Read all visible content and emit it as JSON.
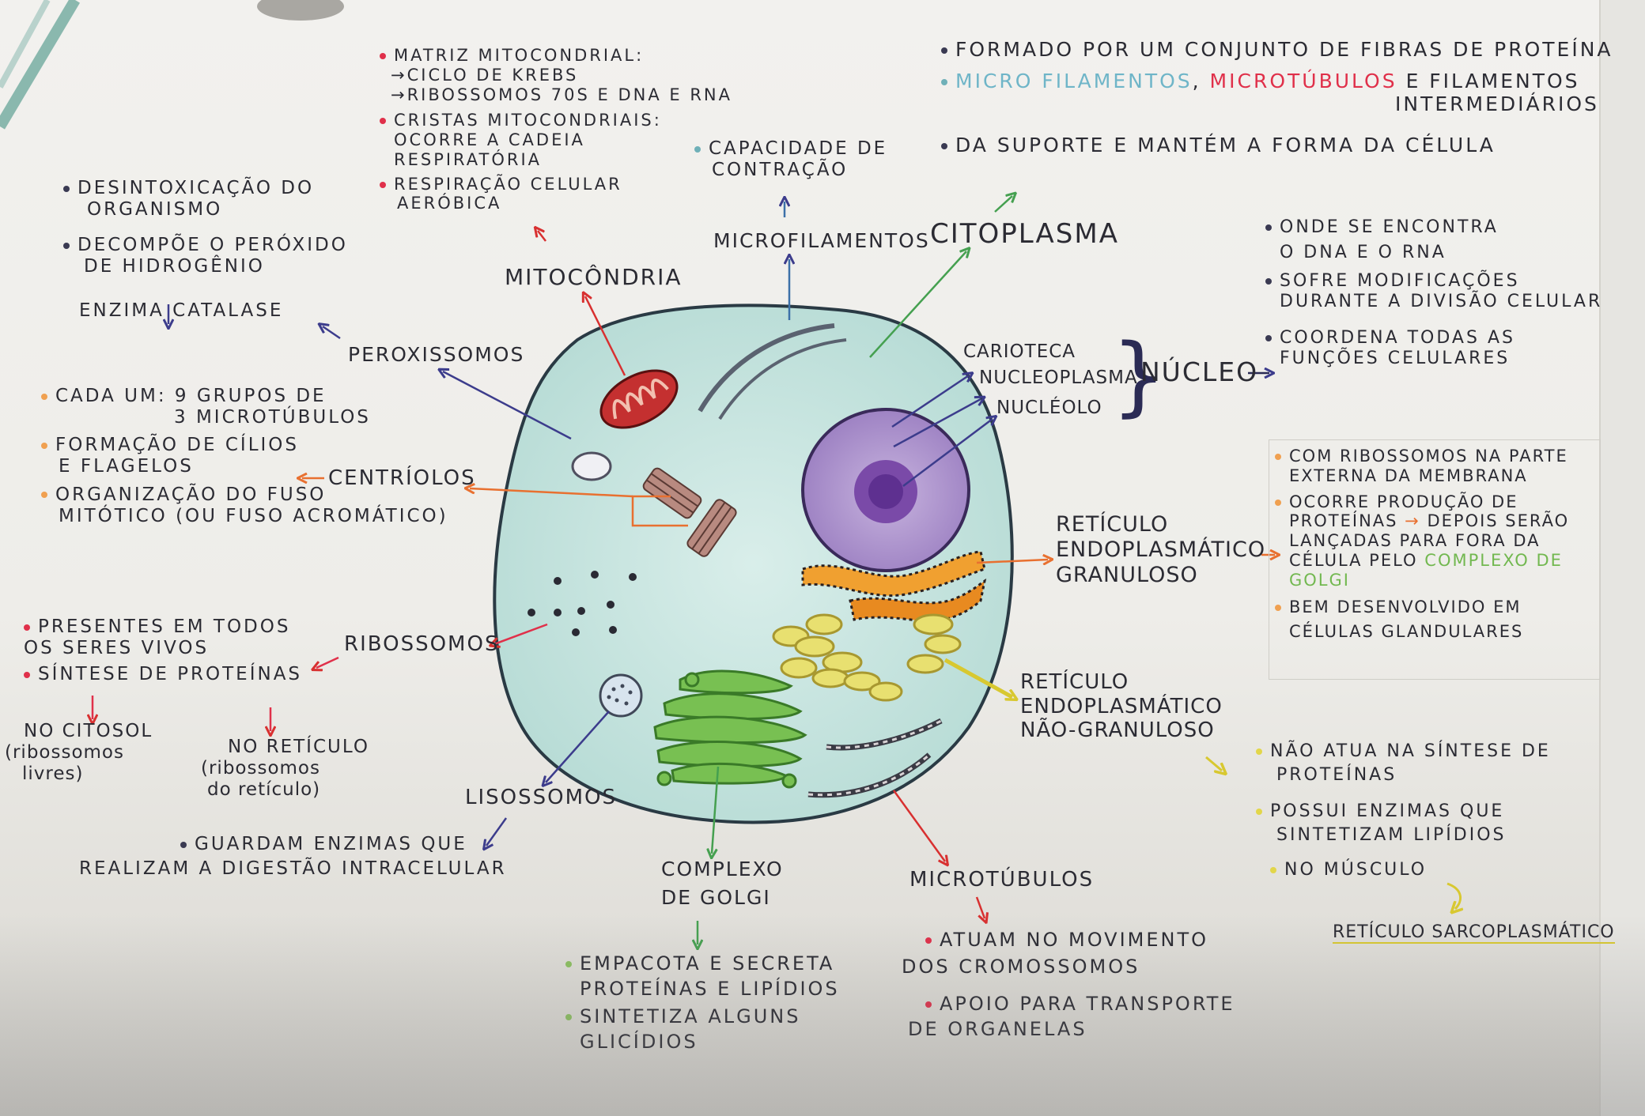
{
  "colors": {
    "paper": "#efeeea",
    "cell_fill": "#cfe7e2",
    "cell_outline": "#2a3a44",
    "nucleus": "#b8a0d0",
    "nucleolus": "#7a4aa8",
    "mitochondria": "#c43030",
    "golgi": "#78c052",
    "rer": "#f0a030",
    "ser": "#e8e060",
    "arrow_blue": "#3c3c8c",
    "arrow_red": "#d83030",
    "arrow_green": "#45a050",
    "arrow_orange": "#e87030",
    "arrow_yellow": "#d8c830"
  },
  "mitochondria": {
    "title": "MITOCÔNDRIA",
    "matriz": "MATRIZ MITOCONDRIAL:",
    "krebs": "→CICLO DE KREBS",
    "ribossomos": "→RIBOSSOMOS 70s E DNA E RNA",
    "cristas_1": "CRISTAS MITOCONDRIAIS:",
    "cristas_2": "OCORRE A CADEIA",
    "cristas_3": "RESPIRATÓRIA",
    "respiracao_1": "RESPIRAÇÃO CELULAR",
    "respiracao_2": "AERÓBICA"
  },
  "microfilamentos": {
    "title": "MICROFILAMENTOS",
    "desc_1": "CAPACIDADE DE",
    "desc_2": "CONTRAÇÃO"
  },
  "citoplasma": {
    "title": "CITOPLASMA",
    "line1": "FORMADO POR UM CONJUNTO DE FIBRAS DE PROTEÍNA",
    "line2_a": "MICRO FILAMENTOS",
    "line2_sep": ",",
    "line2_b": "MICROTÚBULOS",
    "line2_c": "E FILAMENTOS",
    "line2_d": "INTERMEDIÁRIOS",
    "line3": "DA SUPORTE E MANTÉM A FORMA DA CÉLULA"
  },
  "peroxissomos": {
    "title": "PEROXISSOMOS",
    "desintox_1": "DESINTOXICAÇÃO DO",
    "desintox_2": "ORGANISMO",
    "decompoe_1": "DECOMPÕE O PERÓXIDO",
    "decompoe_2": "DE HIDROGÊNIO",
    "enzima": "ENZIMA CATALASE"
  },
  "centriolos": {
    "title": "CENTRÍOLOS",
    "cada_1": "CADA UM: 9 GRUPOS DE",
    "cada_2": "3 MICROTÚBULOS",
    "formacao_1": "FORMAÇÃO DE CÍLIOS",
    "formacao_2": "E FLAGELOS",
    "organizacao_1": "ORGANIZAÇÃO DO FUSO",
    "organizacao_2": "MITÓTICO (ou fuso acromático)"
  },
  "nucleo": {
    "title": "NÚCLEO",
    "carioteca": "CARIOTECA",
    "nucleoplasma": "NUCLEOPLASMA",
    "nucleolo": "NUCLÉOLO",
    "info_1a": "ONDE SE ENCONTRA",
    "info_1b": "O DNA E O RNA",
    "info_2a": "SOFRE MODIFICAÇÕES",
    "info_2b": "DURANTE A DIVISÃO CELULAR",
    "info_3a": "COORDENA TODAS AS",
    "info_3b": "FUNÇÕES CELULARES"
  },
  "reg": {
    "title_1": "RETÍCULO",
    "title_2": "ENDOPLASMÁTICO",
    "title_3": "GRANULOSO",
    "i1a": "COM RIBOSSOMOS NA PARTE",
    "i1b": "EXTERNA DA MEMBRANA",
    "i2a": "OCORRE PRODUÇÃO DE",
    "i2b_1": "PROTEÍNAS",
    "i2b_arrow": "→",
    "i2b_2": "DEPOIS SERÃO",
    "i2c": "LANÇADAS PARA FORA DA",
    "i2d_1": "CÉLULA PELO",
    "i2d_2": "COMPLEXO DE",
    "i2e": "GOLGI",
    "i3a": "BEM DESENVOLVIDO EM",
    "i3b": "CÉLULAS GLANDULARES"
  },
  "ren": {
    "title_1": "RETÍCULO",
    "title_2": "ENDOPLASMÁTICO",
    "title_3": "NÃO-GRANULOSO",
    "i1a": "NÃO ATUA NA SÍNTESE DE",
    "i1b": "PROTEÍNAS",
    "i2a": "POSSUI ENZIMAS QUE",
    "i2b": "SINTETIZAM LIPÍDIOS",
    "i3": "NO MÚSCULO",
    "i4": "RETÍCULO SARCOPLASMÁTICO"
  },
  "ribossomos": {
    "title": "RIBOSSOMOS",
    "p1a": "PRESENTES EM TODOS",
    "p1b": "OS SERES VIVOS",
    "p2": "SÍNTESE DE PROTEÍNAS",
    "citosol_1": "NO CITOSOL",
    "citosol_2": "(ribossomos",
    "citosol_3": "livres)",
    "reticulo_1": "NO RETÍCULO",
    "reticulo_2": "(ribossomos",
    "reticulo_3": "do retículo)"
  },
  "lisossomos": {
    "title": "LISOSSOMOS",
    "desc_1": "GUARDAM ENZIMAS QUE",
    "desc_2": "REALIZAM A DIGESTÃO INTRACELULAR"
  },
  "golgi": {
    "title_1": "COMPLEXO",
    "title_2": "DE GOLGI",
    "i1a": "EMPACOTA E SECRETA",
    "i1b": "PROTEÍNAS E LIPÍDIOS",
    "i2a": "SINTETIZA ALGUNS",
    "i2b": "GLICÍDIOS"
  },
  "microtubulos": {
    "title": "MICROTÚBULOS",
    "i1a": "ATUAM NO MOVIMENTO",
    "i1b": "DOS CROMOSSOMOS",
    "i2a": "APOIO PARA TRANSPORTE",
    "i2b": "DE ORGANELAS"
  }
}
